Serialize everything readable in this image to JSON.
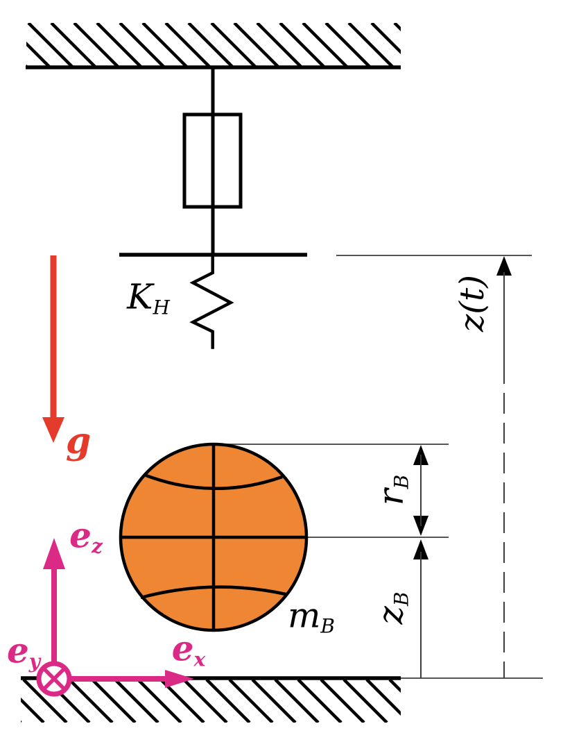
{
  "colors": {
    "ink": "#000000",
    "dim": "#3C3C3C",
    "ball": "#EE8633",
    "axes": "#DB2A85",
    "gravity": "#E43B2C"
  },
  "labels": {
    "spring_stiffness": {
      "main": "K",
      "sub": "H"
    },
    "mass": {
      "main": "m",
      "sub": "B"
    },
    "gravity": {
      "main": "g",
      "sub": ""
    },
    "height": {
      "main": "z(t)",
      "sub": ""
    },
    "radius": {
      "main": "r",
      "sub": "B"
    },
    "center_height": {
      "main": "z",
      "sub": "B"
    },
    "axis_z": {
      "main": "e",
      "sub": "z"
    },
    "axis_x": {
      "main": "e",
      "sub": "x"
    },
    "axis_y": {
      "main": "e",
      "sub": "y"
    }
  }
}
